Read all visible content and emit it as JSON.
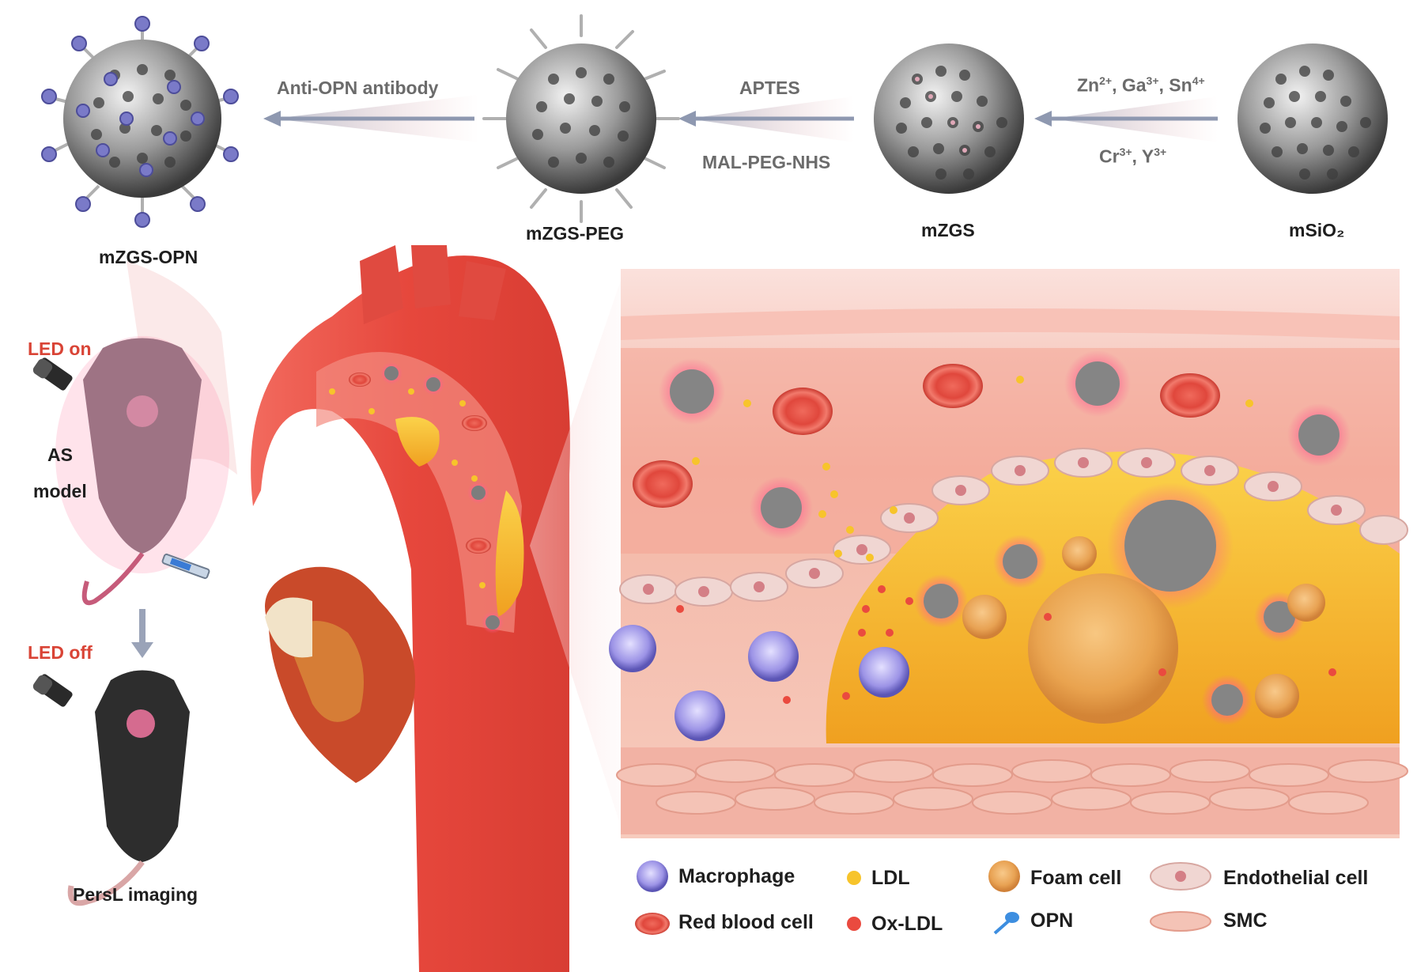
{
  "synthesis": {
    "particles": [
      {
        "id": "msio2",
        "label": "mSiO₂"
      },
      {
        "id": "mzgs",
        "label": "mZGS"
      },
      {
        "id": "mzgs-peg",
        "label": "mZGS-PEG"
      },
      {
        "id": "mzgs-opn",
        "label": "mZGS-OPN"
      }
    ],
    "step1": {
      "ions_top": [
        "Zn",
        "Ga",
        "Sn"
      ],
      "ions_top_charges": [
        "2+",
        "3+",
        "4+"
      ],
      "ions_bottom": [
        "Cr",
        "Y"
      ],
      "ions_bottom_charges": [
        "3+",
        "3+"
      ]
    },
    "step2": {
      "top": "APTES",
      "bottom": "MAL-PEG-NHS"
    },
    "step3": {
      "top": "Anti-OPN antibody"
    }
  },
  "mouse_panel": {
    "led_on": "LED on",
    "model_line1": "AS",
    "model_line2": "model",
    "led_off": "LED off",
    "imaging": "PersL imaging"
  },
  "legend": [
    {
      "id": "macrophage",
      "label": "Macrophage"
    },
    {
      "id": "ldl",
      "label": "LDL"
    },
    {
      "id": "foam-cell",
      "label": "Foam cell"
    },
    {
      "id": "endothelial-cell",
      "label": "Endothelial cell"
    },
    {
      "id": "red-blood-cell",
      "label": "Red blood cell"
    },
    {
      "id": "ox-ldl",
      "label": "Ox-LDL"
    },
    {
      "id": "opn",
      "label": "OPN"
    },
    {
      "id": "smc",
      "label": "SMC"
    }
  ],
  "colors": {
    "led_red": "#d94436",
    "vessel": "#e4574d",
    "plaque": "#f5b51e",
    "nanoparticle": "#8a8a8a",
    "antibody": "#7a7ac8"
  }
}
